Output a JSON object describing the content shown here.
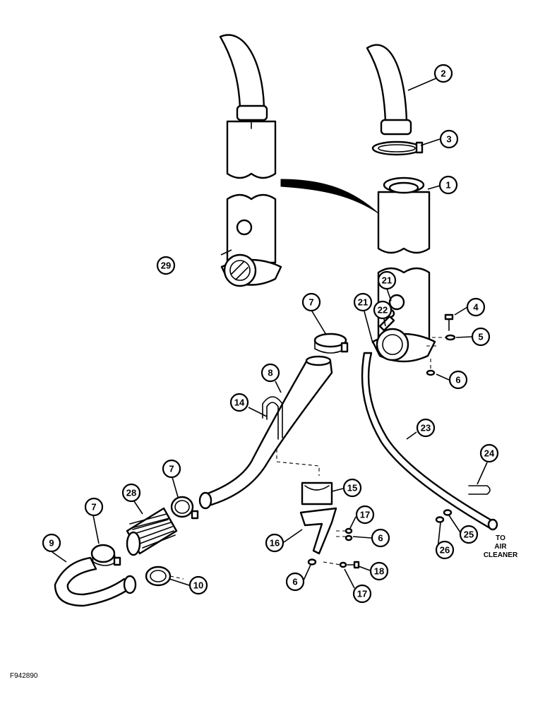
{
  "figure": {
    "code": "F942890",
    "note_lines": [
      "TO",
      "AIR",
      "CLEANER"
    ]
  },
  "callouts": {
    "c1": "1",
    "c2": "2",
    "c3": "3",
    "c4": "4",
    "c5": "5",
    "c6a": "6",
    "c7a": "7",
    "c8": "8",
    "c14": "14",
    "c21a": "21",
    "c21b": "21",
    "c22": "22",
    "c23": "23",
    "c24": "24",
    "c29": "29",
    "c7b": "7",
    "c28": "28",
    "c15": "15",
    "c7c": "7",
    "c9": "9",
    "c10": "10",
    "c16": "16",
    "c17a": "17",
    "c6b": "6",
    "c6c": "6",
    "c17b": "17",
    "c18": "18",
    "c25": "25",
    "c26": "26"
  }
}
